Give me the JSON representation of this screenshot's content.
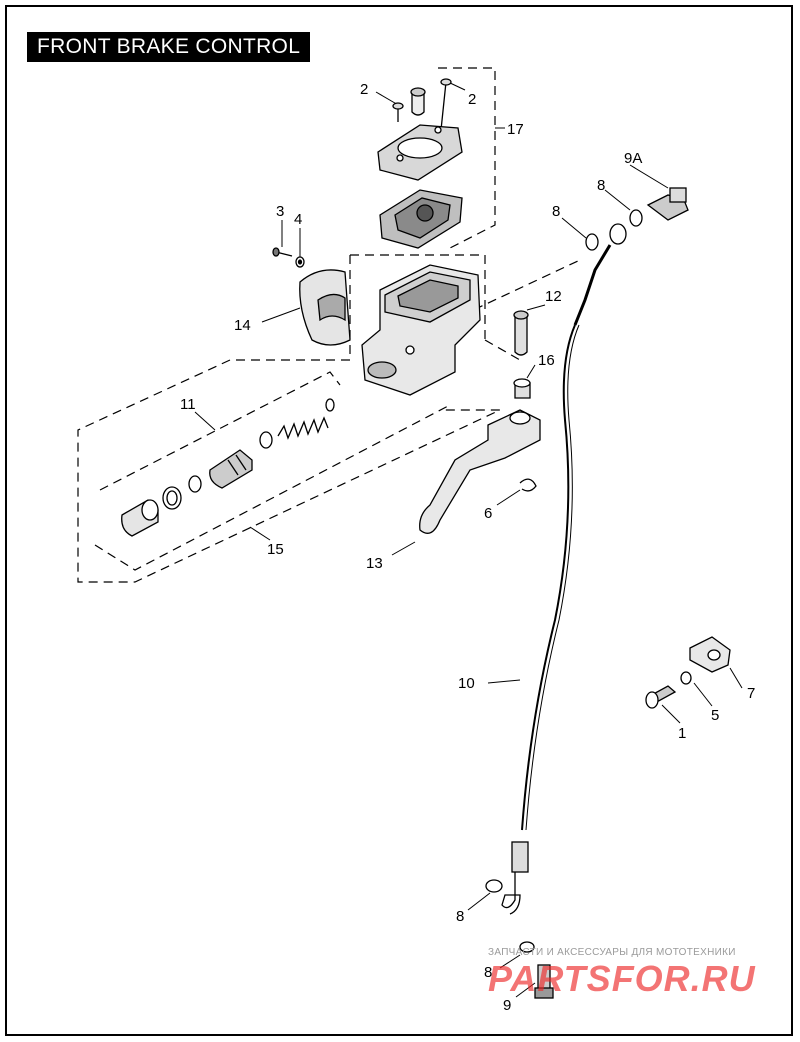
{
  "title": "FRONT BRAKE CONTROL",
  "callouts": [
    {
      "id": "c2a",
      "text": "2"
    },
    {
      "id": "c2b",
      "text": "2"
    },
    {
      "id": "c17",
      "text": "17"
    },
    {
      "id": "c3",
      "text": "3"
    },
    {
      "id": "c4",
      "text": "4"
    },
    {
      "id": "c14",
      "text": "14"
    },
    {
      "id": "c11",
      "text": "11"
    },
    {
      "id": "c15",
      "text": "15"
    },
    {
      "id": "c12",
      "text": "12"
    },
    {
      "id": "c16",
      "text": "16"
    },
    {
      "id": "c13",
      "text": "13"
    },
    {
      "id": "c6",
      "text": "6"
    },
    {
      "id": "c9A",
      "text": "9A"
    },
    {
      "id": "c8a",
      "text": "8"
    },
    {
      "id": "c8b",
      "text": "8"
    },
    {
      "id": "c10",
      "text": "10"
    },
    {
      "id": "c7",
      "text": "7"
    },
    {
      "id": "c5",
      "text": "5"
    },
    {
      "id": "c1",
      "text": "1"
    },
    {
      "id": "c8c",
      "text": "8"
    },
    {
      "id": "c8d",
      "text": "8"
    },
    {
      "id": "c9",
      "text": "9"
    }
  ],
  "watermark": {
    "tagline": "ЗАПЧАСТИ И АКСЕССУАРЫ ДЛЯ МОТОТЕХНИКИ",
    "logo": "PARTSFOR.RU"
  }
}
